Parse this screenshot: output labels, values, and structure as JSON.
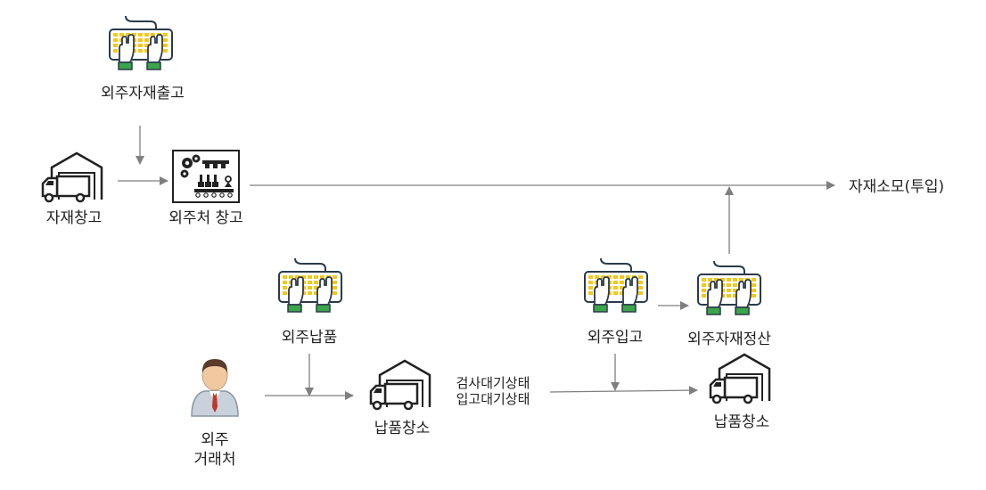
{
  "nodes": {
    "outsourced_material_issue": "외주자재출고",
    "material_warehouse": "자재창고",
    "subcontractor_warehouse": "외주처 창고",
    "material_consumption": "자재소모(투입)",
    "outsourced_delivery": "외주납품",
    "delivery_warehouse_1": "납품창소",
    "inspection_wait_status": "검사대기상태",
    "receiving_wait_status": "입고대기상태",
    "outsourced_receiving": "외주입고",
    "outsourced_material_settlement": "외주자재정산",
    "delivery_warehouse_2": "납품창소",
    "subcontractor_line1": "외주",
    "subcontractor_line2": "거래처"
  },
  "icons": {
    "keyboard": "keyboard-hands-icon",
    "warehouse": "warehouse-truck-icon",
    "factory": "factory-gears-icon",
    "person": "business-person-icon"
  },
  "colors": {
    "keyboard_keys": "#f2c81e",
    "keyboard_outline": "#2b3a4a",
    "hand_cuff": "#3aa54a",
    "arrow": "#7f7f7f",
    "icon_stroke": "#222222",
    "person_face": "#f1c9a1",
    "person_tie": "#c0392b",
    "person_suit": "#c9d2dc"
  }
}
